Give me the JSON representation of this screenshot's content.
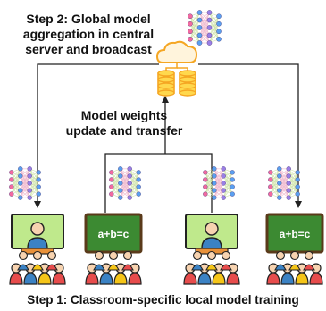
{
  "step2_lines": [
    "Step 2: Global model",
    "aggregation in central",
    "server and broadcast"
  ],
  "weights_lines": [
    "Model weights",
    "update and transfer"
  ],
  "step1_label": "Step 1: Classroom-specific local model training",
  "board_formula": "a+b=c",
  "colors": {
    "arrow": "#222222",
    "node_pink": "#f26aa0",
    "node_blue": "#5aa0f0",
    "node_purple": "#9a7fe6",
    "edge_green": "#cfe3a8",
    "edge_pink": "#f0b6cc",
    "cloud": "#f5a623",
    "db": "#ffd84d",
    "board_green": "#3c8a32",
    "screen_green": "#bfe98c",
    "student_red": "#e74c4c",
    "student_blue": "#3b82c4",
    "student_yellow": "#f5c518"
  }
}
